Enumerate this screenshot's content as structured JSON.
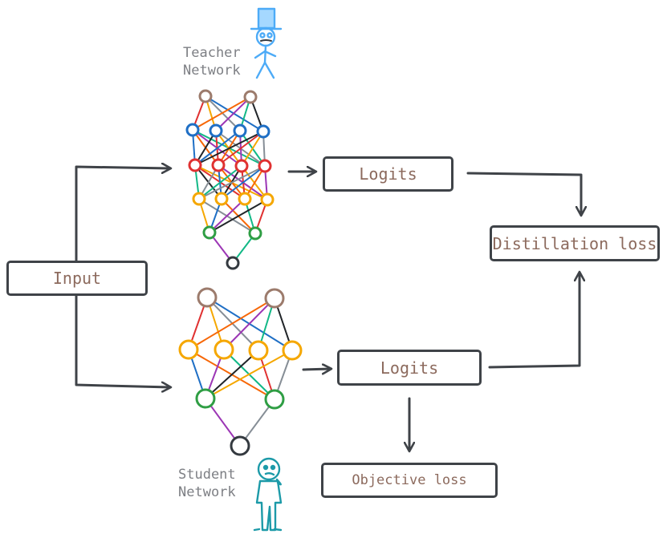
{
  "teacher": {
    "caption_line1": "Teacher",
    "caption_line2": "Network",
    "logits_label": "Logits"
  },
  "student": {
    "caption_line1": "Student",
    "caption_line2": "Network",
    "logits_label": "Logits"
  },
  "input_label": "Input",
  "distillation_label": "Distillation loss",
  "objective_label": "Objective loss",
  "colors": {
    "box_border": "#3f4348",
    "box_text": "#8c6a5d",
    "caption_text": "#7d7f84",
    "node_brown": "#9c7b6c",
    "node_blue": "#1f6fc5",
    "node_red": "#e03131",
    "node_yellow": "#f5a700",
    "node_green": "#2f9e44",
    "node_black": "#343a40",
    "teacher_figure": "#4dabf7",
    "student_figure": "#1c9aa8"
  }
}
